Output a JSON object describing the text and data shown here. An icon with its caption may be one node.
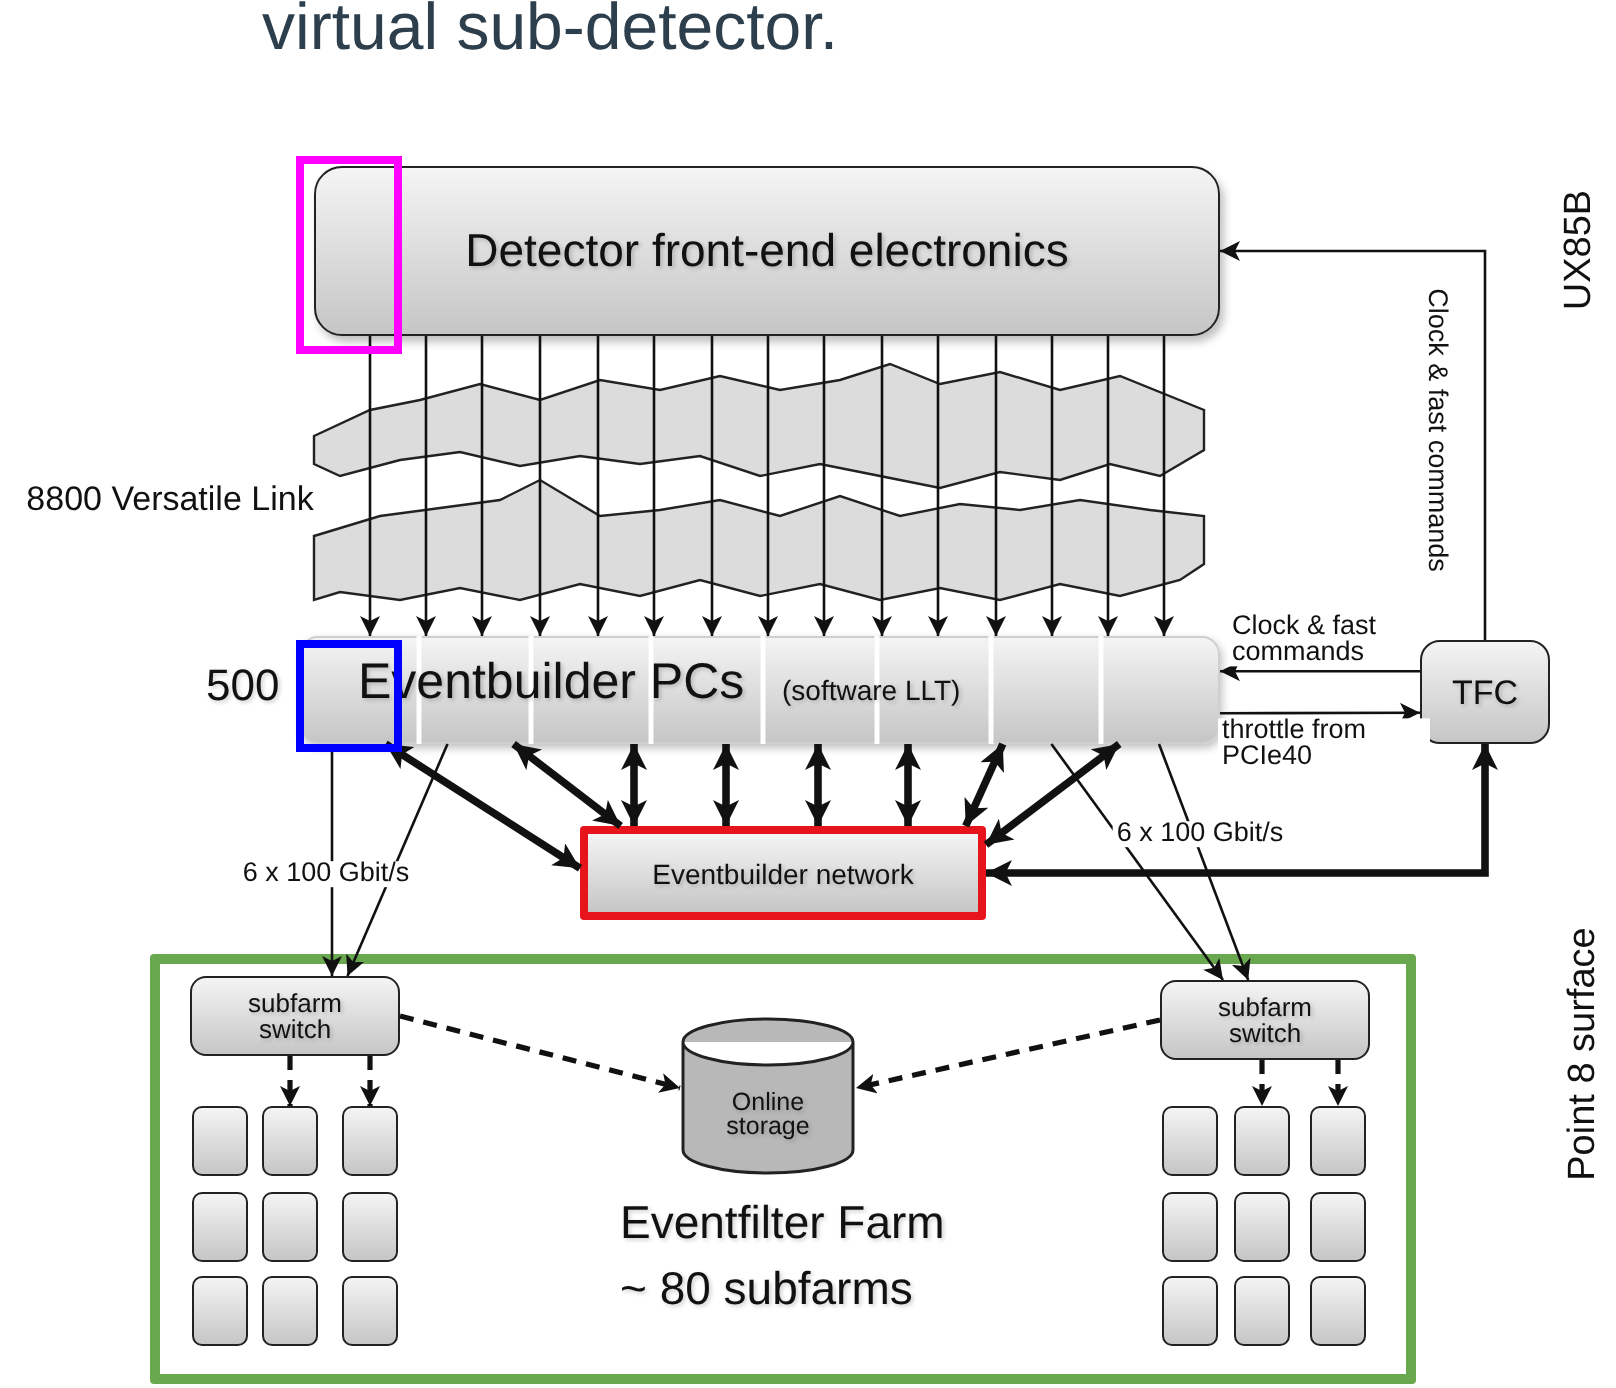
{
  "diagram": {
    "nodes": [
      {
        "text": [
          "Detector front-end electronics"
        ]
      },
      {
        "text": [
          "Eventbuilder PCs",
          "(software LLT)"
        ],
        "beside": [
          "500"
        ]
      },
      {
        "text": [
          "TFC"
        ]
      },
      {
        "text": [
          "Eventbuilder network"
        ]
      },
      {
        "text": [
          "Eventfilter Farm",
          "~ 80 subfarms"
        ]
      },
      {
        "text": [
          "subfarm switch"
        ],
        "in": 4
      },
      {
        "text": [
          "subfarm switch"
        ],
        "in": 4
      },
      {
        "text": [
          "Online storage"
        ],
        "in": 4
      },
      {
        "text": [],
        "shape": "box",
        "in": 4
      },
      {
        "text": [],
        "shape": "box",
        "in": 4
      },
      {
        "text": [],
        "shape": "box",
        "in": 4
      },
      {
        "text": [],
        "shape": "box",
        "in": 4
      },
      {
        "text": [],
        "shape": "box",
        "in": 4
      },
      {
        "text": [],
        "shape": "box",
        "in": 4
      },
      {
        "text": [],
        "shape": "box",
        "in": 4
      },
      {
        "text": [],
        "shape": "box",
        "in": 4
      },
      {
        "text": [],
        "shape": "box",
        "in": 4
      },
      {
        "text": [],
        "shape": "box",
        "in": 4
      },
      {
        "text": [],
        "shape": "box",
        "in": 4
      },
      {
        "text": [],
        "shape": "box",
        "in": 4
      },
      {
        "text": [],
        "shape": "box",
        "in": 4
      },
      {
        "text": [],
        "shape": "box",
        "in": 4
      },
      {
        "text": [],
        "shape": "box",
        "in": 4
      },
      {
        "text": [],
        "shape": "box",
        "in": 4
      },
      {
        "text": [],
        "shape": "box",
        "in": 4
      },
      {
        "text": [],
        "shape": "box",
        "in": 4
      }
    ],
    "edges": [
      {
        "from": 0,
        "to": 1,
        "arrow": "to"
      },
      {
        "from": 0,
        "to": 1,
        "arrow": "to"
      },
      {
        "from": 0,
        "to": 1,
        "arrow": "to"
      },
      {
        "from": 0,
        "to": 1,
        "arrow": "to"
      },
      {
        "from": 0,
        "to": 1,
        "arrow": "to"
      },
      {
        "from": 0,
        "to": 1,
        "arrow": "to"
      },
      {
        "from": 0,
        "to": 1,
        "arrow": "to"
      },
      {
        "from": 0,
        "to": 1,
        "arrow": "to"
      },
      {
        "from": 0,
        "to": 1,
        "arrow": "to"
      },
      {
        "from": 0,
        "to": 1,
        "arrow": "to"
      },
      {
        "from": 0,
        "to": 1,
        "arrow": "to"
      },
      {
        "from": 0,
        "to": 1,
        "arrow": "to"
      },
      {
        "from": 0,
        "to": 1,
        "arrow": "to"
      },
      {
        "from": 0,
        "to": 1,
        "arrow": "to"
      },
      {
        "from": 0,
        "to": 1,
        "arrow": "to"
      },
      {
        "from": 2,
        "to": 0,
        "arrow": "to",
        "label": "Clock & fast commands"
      },
      {
        "from": 2,
        "to": 1,
        "arrow": "to",
        "label": "Clock & fast commands"
      },
      {
        "from": 1,
        "to": 2,
        "arrow": "to",
        "label": "throttle from PCIe40"
      },
      {
        "from": 3,
        "to": 2,
        "arrow": "both",
        "style": "thick"
      },
      {
        "from": 1,
        "to": 3,
        "arrow": "both",
        "style": "thick"
      },
      {
        "from": 1,
        "to": 3,
        "arrow": "both",
        "style": "thick"
      },
      {
        "from": 1,
        "to": 3,
        "arrow": "both",
        "style": "thick"
      },
      {
        "from": 1,
        "to": 3,
        "arrow": "both",
        "style": "thick"
      },
      {
        "from": 1,
        "to": 3,
        "arrow": "both",
        "style": "thick"
      },
      {
        "from": 1,
        "to": 3,
        "arrow": "both",
        "style": "thick"
      },
      {
        "from": 1,
        "to": 3,
        "arrow": "both",
        "style": "thick"
      },
      {
        "from": 1,
        "to": 3,
        "arrow": "both",
        "style": "thick"
      },
      {
        "from": 1,
        "to": 5,
        "arrow": "to",
        "label": "6 x 100 Gbit/s"
      },
      {
        "from": 1,
        "to": 5,
        "arrow": "to"
      },
      {
        "from": 1,
        "to": 6,
        "arrow": "to"
      },
      {
        "from": 1,
        "to": 6,
        "arrow": "to",
        "label": "6 x 100 Gbit/s"
      },
      {
        "from": 5,
        "to": 7,
        "arrow": "to",
        "style": "dashed"
      },
      {
        "from": 6,
        "to": 7,
        "arrow": "to",
        "style": "dashed"
      },
      {
        "from": 5,
        "to": 9,
        "arrow": "to",
        "style": "dashed"
      },
      {
        "from": 5,
        "to": 10,
        "arrow": "to",
        "style": "dashed"
      },
      {
        "from": 6,
        "to": 18,
        "arrow": "to",
        "style": "dashed"
      },
      {
        "from": 6,
        "to": 19,
        "arrow": "to",
        "style": "dashed"
      }
    ],
    "labels": [
      "virtual sub-detector.",
      "8800 Versatile Link",
      "UX85B",
      "Point 8 surface"
    ]
  }
}
